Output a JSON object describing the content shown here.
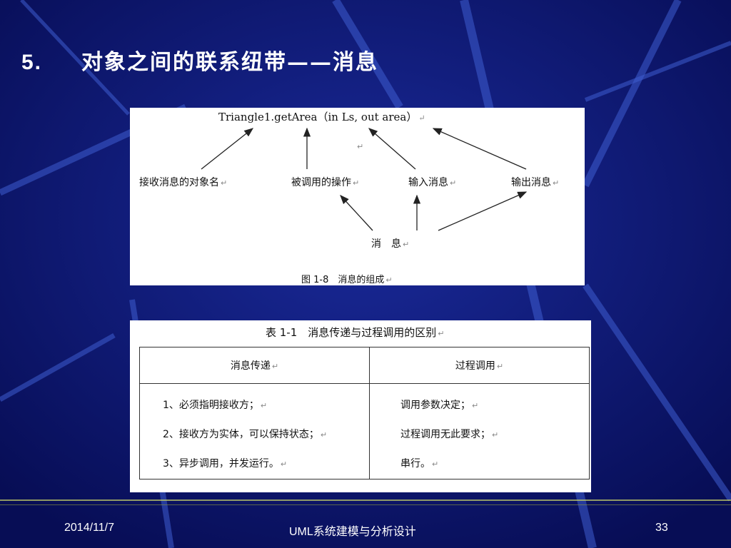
{
  "slide": {
    "number_label": "5.",
    "title": "对象之间的联系纽带——消息"
  },
  "figure": {
    "formula": "Triangle1.getArea（in Ls, out area）",
    "stray_mark": "↵",
    "labels": {
      "receiver": "接收消息的对象名",
      "operation": "被调用的操作",
      "input": "输入消息",
      "output": "输出消息",
      "message": "消　息"
    },
    "caption": "图 1-8　消息的组成",
    "paragraph_mark": "↵"
  },
  "table": {
    "title": "表 1-1　消息传递与过程调用的区别",
    "headers": [
      "消息传递",
      "过程调用"
    ],
    "left_rows": [
      "1、必须指明接收方；",
      "2、接收方为实体，可以保持状态；",
      "3、异步调用，并发运行。"
    ],
    "right_rows": [
      "调用参数决定；",
      "过程调用无此要求；",
      "串行。"
    ]
  },
  "footer": {
    "date": "2014/11/7",
    "course": "UML系统建模与分析设计",
    "page": "33"
  },
  "colors": {
    "background": "#0b1470",
    "footer_line": "#c9d36a"
  }
}
